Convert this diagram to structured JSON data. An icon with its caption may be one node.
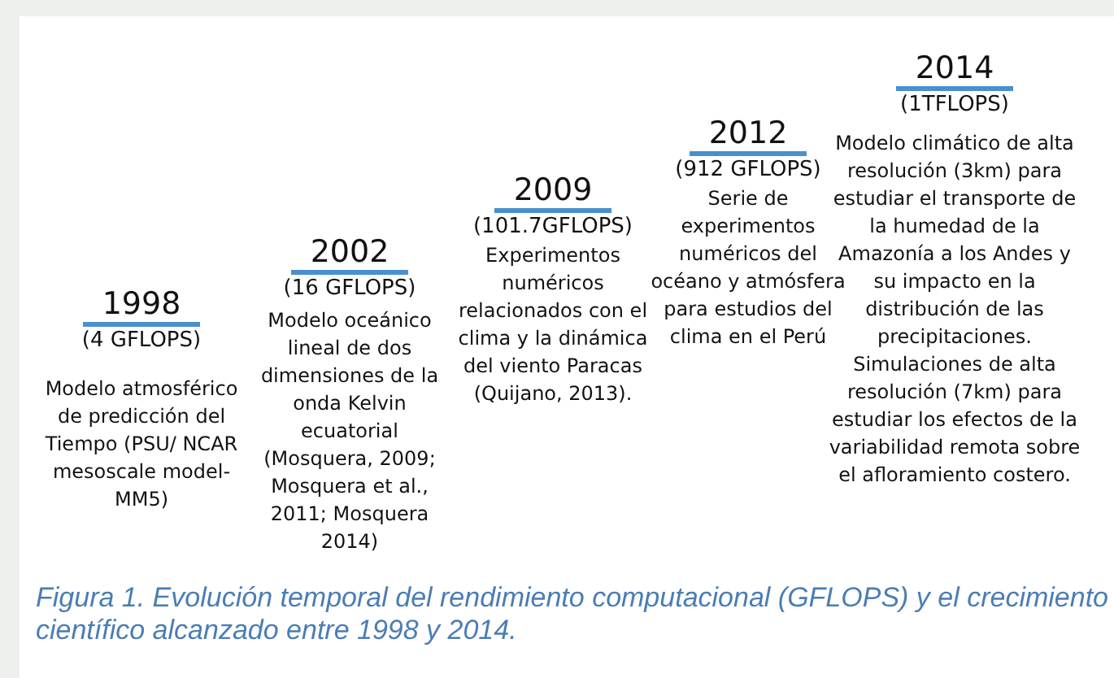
{
  "diagram": {
    "caption": "Figura 1. Evolución temporal del rendimiento computacional (GFLOPS) y el crecimiento científico alcanzado entre 1998 y 2014.",
    "labels": [
      "1998",
      "(4 GFLOPS)",
      "Modelo atmosférico de predicción del Tiempo (PSU/ NCAR mesoscale model-MM5)",
      "2002",
      "(16 GFLOPS)",
      "Modelo oceánico lineal de dos dimensiones de la onda Kelvin ecuatorial (Mosquera, 2009; Mosquera et al., 2011; Mosquera 2014)",
      "2009",
      "(101.7GFLOPS)",
      "Experimentos numéricos relacionados con el clima y la dinámica del viento Paracas (Quijano, 2013).",
      "2012",
      "(912 GFLOPS)",
      "Serie de experimentos numéricos del océano y atmósfera para estudios del clima en el Perú",
      "2014",
      "(1TFLOPS)",
      "Modelo climático de alta resolución (3km) para estudiar el transporte de la humedad de la Amazonía a los Andes y su impacto en la distribución de las precipitaciones. Simulaciones de alta resolución (7km) para estudiar los efectos de la variabilidad remota sobre el afloramiento costero."
    ]
  }
}
